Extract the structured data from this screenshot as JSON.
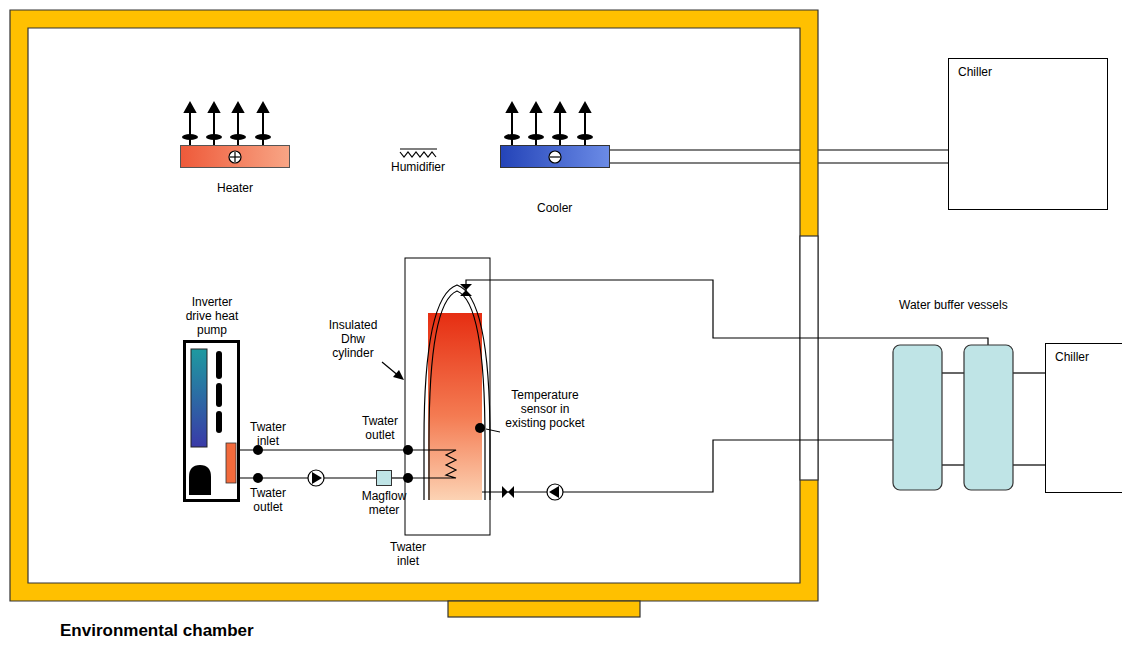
{
  "diagram": {
    "nodes": [
      {
        "text": [
          "Environmental chamber"
        ]
      },
      {
        "text": [
          "Heater"
        ],
        "in": 0
      },
      {
        "text": [
          "Cooler"
        ],
        "in": 0
      },
      {
        "text": [
          "Inverter drive heat pump"
        ],
        "in": 0
      },
      {
        "text": [
          "Magflow meter"
        ],
        "in": 0
      },
      {
        "text": [
          "Chiller"
        ]
      },
      {
        "text": [
          "Chiller"
        ]
      }
    ],
    "edges": [
      {
        "from": 2,
        "to": 5,
        "arrow": "none"
      },
      {
        "from": 3,
        "to": 4,
        "arrow": "none"
      }
    ],
    "labels": [
      "Humidifier",
      "Twater inlet",
      "Twater outlet",
      "Insulated Dhw cylinder",
      "Twater outlet",
      "Temperature sensor in existing pocket",
      "Twater inlet",
      "Water buffer vessels"
    ]
  }
}
